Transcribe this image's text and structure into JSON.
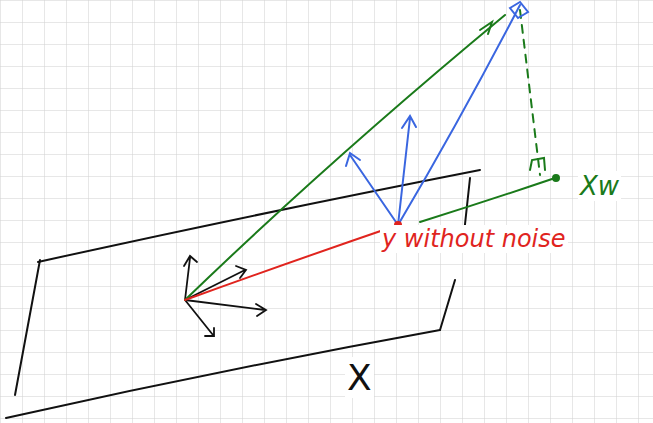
{
  "diagram": {
    "labels": [
      "y without noise",
      "Xw",
      "X"
    ]
  }
}
